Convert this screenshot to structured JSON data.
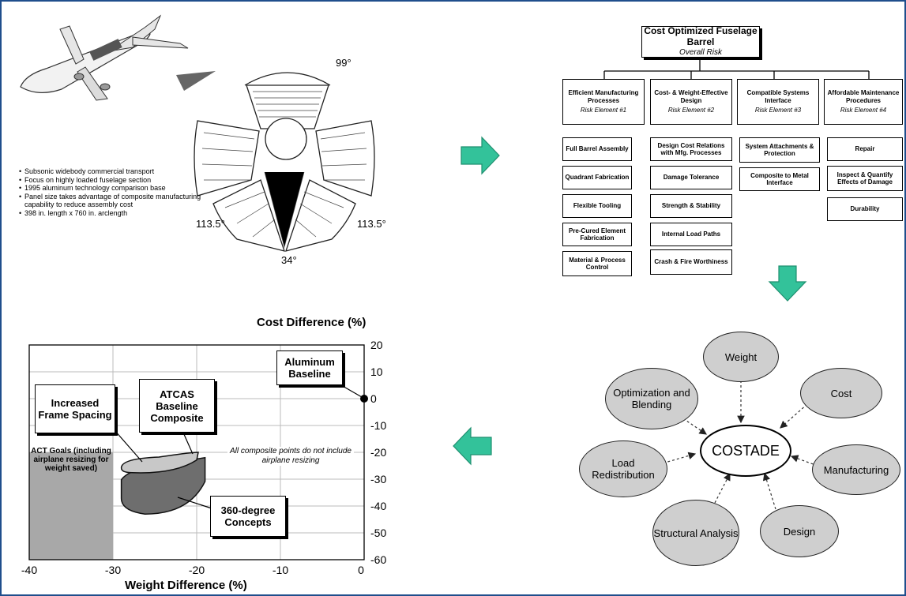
{
  "top_left": {
    "bullets": [
      "Subsonic widebody commercial transport",
      "Focus on highly loaded fuselage section",
      "1995 aluminum technology comparison base",
      "Panel size takes advantage of composite manufacturing capability to reduce assembly cost",
      "398 in. length x 760 in. arclength"
    ],
    "angles": {
      "top": "99°",
      "left": "113.5°",
      "right": "113.5°",
      "bottom": "34°"
    }
  },
  "risk_tree": {
    "title": "Cost Optimized Fuselage Barrel",
    "subtitle": "Overall Risk",
    "columns": [
      {
        "title": "Efficient Manufacturing Processes",
        "risk": "Risk Element #1",
        "items": [
          "Full Barrel Assembly",
          "Quadrant Fabrication",
          "Flexible Tooling",
          "Pre-Cured Element Fabrication",
          "Material & Process Control"
        ]
      },
      {
        "title": "Cost- & Weight-Effective Design",
        "risk": "Risk Element #2",
        "items": [
          "Design Cost Relations with Mfg. Processes",
          "Damage Tolerance",
          "Strength & Stability",
          "Internal Load Paths",
          "Crash & Fire Worthiness"
        ]
      },
      {
        "title": "Compatible Systems Interface",
        "risk": "Risk Element #3",
        "items": [
          "System Attachments & Protection",
          "Composite to Metal Interface"
        ]
      },
      {
        "title": "Affordable Maintenance Procedures",
        "risk": "Risk Element #4",
        "items": [
          "Repair",
          "Inspect & Quantify Effects of Damage",
          "Durability"
        ]
      }
    ]
  },
  "costade": {
    "center": "COSTADE",
    "nodes": [
      "Weight",
      "Cost",
      "Manufacturing",
      "Design",
      "Structural Analysis",
      "Load Redistribution",
      "Optimization and Blending"
    ]
  },
  "chart_data": {
    "type": "scatter",
    "title": "",
    "xlabel": "Weight Difference (%)",
    "ylabel": "Cost Difference (%)",
    "xlim": [
      -40,
      0
    ],
    "ylim": [
      -60,
      20
    ],
    "x_ticks": [
      "-40",
      "-30",
      "-20",
      "-10",
      "0"
    ],
    "y_ticks": [
      "20",
      "10",
      "0",
      "-10",
      "-20",
      "-30",
      "-40",
      "-50",
      "-60"
    ],
    "grid": true,
    "points": [
      {
        "name": "Aluminum Baseline",
        "x": 0,
        "y": 0
      }
    ],
    "regions": [
      {
        "name": "ACT Goals (including airplane resizing for weight saved)",
        "x": [
          -40,
          -30
        ],
        "y": [
          -60,
          -20
        ]
      },
      {
        "name": "Increased Frame Spacing",
        "x": [
          -29,
          -20
        ],
        "y": [
          -27,
          -20
        ]
      },
      {
        "name": "360-degree Concepts",
        "x": [
          -29,
          -19
        ],
        "y": [
          -43,
          -22
        ]
      }
    ],
    "annotations": [
      "Aluminum Baseline",
      "ATCAS Baseline Composite",
      "Increased Frame Spacing",
      "360-degree Concepts",
      "ACT Goals (including airplane resizing for weight saved)",
      "All composite points do not include airplane resizing"
    ],
    "colors": {
      "act_goals": "#a8a8a8",
      "frame_spacing": "#c8c8c8",
      "concepts_360": "#6e6e6e"
    }
  },
  "arrows": {
    "color": "#33c29a"
  }
}
